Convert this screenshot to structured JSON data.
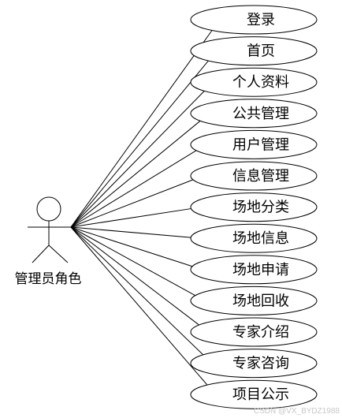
{
  "actor": {
    "label": "管理员角色"
  },
  "use_cases": [
    {
      "label": "登录"
    },
    {
      "label": "首页"
    },
    {
      "label": "个人资料"
    },
    {
      "label": "公共管理"
    },
    {
      "label": "用户管理"
    },
    {
      "label": "信息管理"
    },
    {
      "label": "场地分类"
    },
    {
      "label": "场地信息"
    },
    {
      "label": "场地申请"
    },
    {
      "label": "场地回收"
    },
    {
      "label": "专家介绍"
    },
    {
      "label": "专家咨询"
    },
    {
      "label": "项目公示"
    }
  ],
  "watermark": "CSDN @VX_BYDZ1988",
  "colors": {
    "ellipse_fill": "#ffffff",
    "stroke": "#000000",
    "watermark": "#c8c8c8"
  }
}
